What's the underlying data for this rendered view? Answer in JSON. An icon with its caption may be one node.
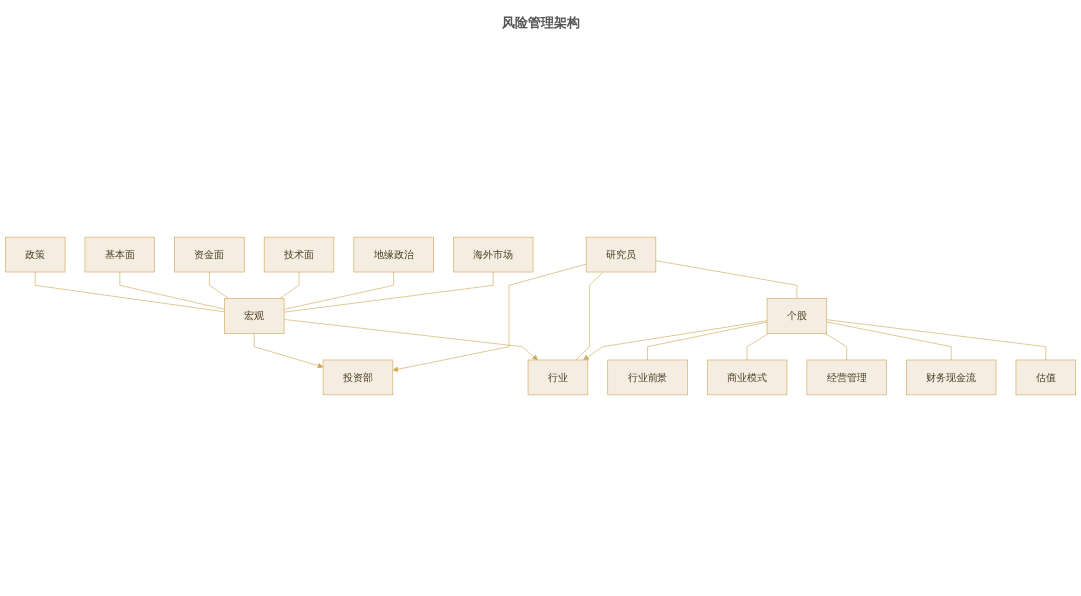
{
  "diagram": {
    "title": "风险管理架构",
    "nodes": [
      {
        "text": [
          "政策"
        ]
      },
      {
        "text": [
          "基本面"
        ]
      },
      {
        "text": [
          "资金面"
        ]
      },
      {
        "text": [
          "技术面"
        ]
      },
      {
        "text": [
          "地缘政治"
        ]
      },
      {
        "text": [
          "海外市场"
        ]
      },
      {
        "text": [
          "宏观"
        ]
      },
      {
        "text": [
          "投资部"
        ]
      },
      {
        "text": [
          "行业"
        ]
      },
      {
        "text": [
          "研究员"
        ]
      },
      {
        "text": [
          "个股"
        ]
      },
      {
        "text": [
          "行业前景"
        ]
      },
      {
        "text": [
          "商业模式"
        ]
      },
      {
        "text": [
          "经营管理"
        ]
      },
      {
        "text": [
          "财务现金流"
        ]
      },
      {
        "text": [
          "估值"
        ]
      }
    ],
    "edges": [
      {
        "from": 0,
        "to": 6,
        "arrow": "none"
      },
      {
        "from": 1,
        "to": 6,
        "arrow": "none"
      },
      {
        "from": 2,
        "to": 6,
        "arrow": "none"
      },
      {
        "from": 3,
        "to": 6,
        "arrow": "none"
      },
      {
        "from": 4,
        "to": 6,
        "arrow": "none"
      },
      {
        "from": 5,
        "to": 6,
        "arrow": "none"
      },
      {
        "from": 6,
        "to": 7,
        "arrow": "to"
      },
      {
        "from": 6,
        "to": 8,
        "arrow": "to"
      },
      {
        "from": 9,
        "to": 7,
        "arrow": "to"
      },
      {
        "from": 9,
        "to": 8,
        "arrow": "none"
      },
      {
        "from": 9,
        "to": 10,
        "arrow": "none"
      },
      {
        "from": 10,
        "to": 8,
        "arrow": "to"
      },
      {
        "from": 10,
        "to": 11,
        "arrow": "none"
      },
      {
        "from": 10,
        "to": 12,
        "arrow": "none"
      },
      {
        "from": 10,
        "to": 13,
        "arrow": "none"
      },
      {
        "from": 10,
        "to": 14,
        "arrow": "none"
      },
      {
        "from": 10,
        "to": 15,
        "arrow": "none"
      }
    ]
  }
}
